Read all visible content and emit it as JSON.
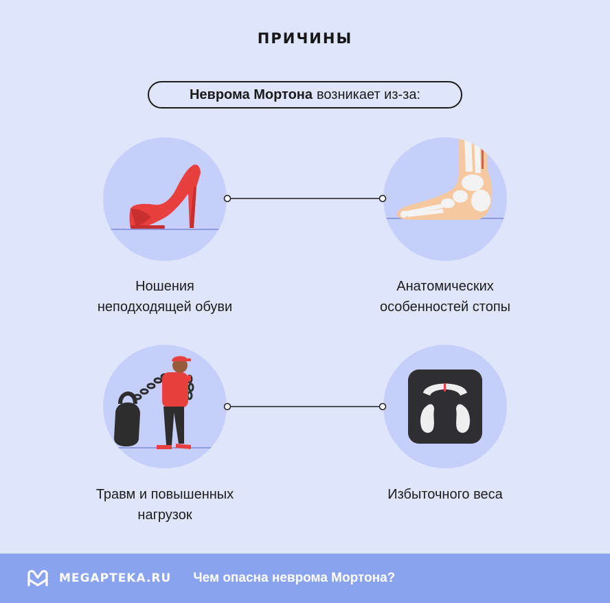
{
  "title": "ПРИЧИНЫ",
  "intro": {
    "bold": "Неврома Мортона",
    "rest": "возникает из-за:"
  },
  "causes": [
    {
      "line1": "Ношения",
      "line2": "неподходящей обуви",
      "icon": "high-heel-shoe-icon"
    },
    {
      "line1": "Анатомических",
      "line2": "особенностей стопы",
      "icon": "foot-skeleton-icon"
    },
    {
      "line1": "Травм и повышенных",
      "line2": "нагрузок",
      "icon": "man-dragging-kettlebell-icon"
    },
    {
      "line1": "Избыточного веса",
      "line2": "",
      "icon": "bathroom-scale-icon"
    }
  ],
  "footer": {
    "brand": "MEGAPTEKA.RU",
    "link": "Чем опасна неврома Мортона?"
  },
  "colors": {
    "background": "#dfe6fc",
    "circle": "#c5cffa",
    "footer": "#8aa3ee",
    "shoe": "#e8403e"
  }
}
